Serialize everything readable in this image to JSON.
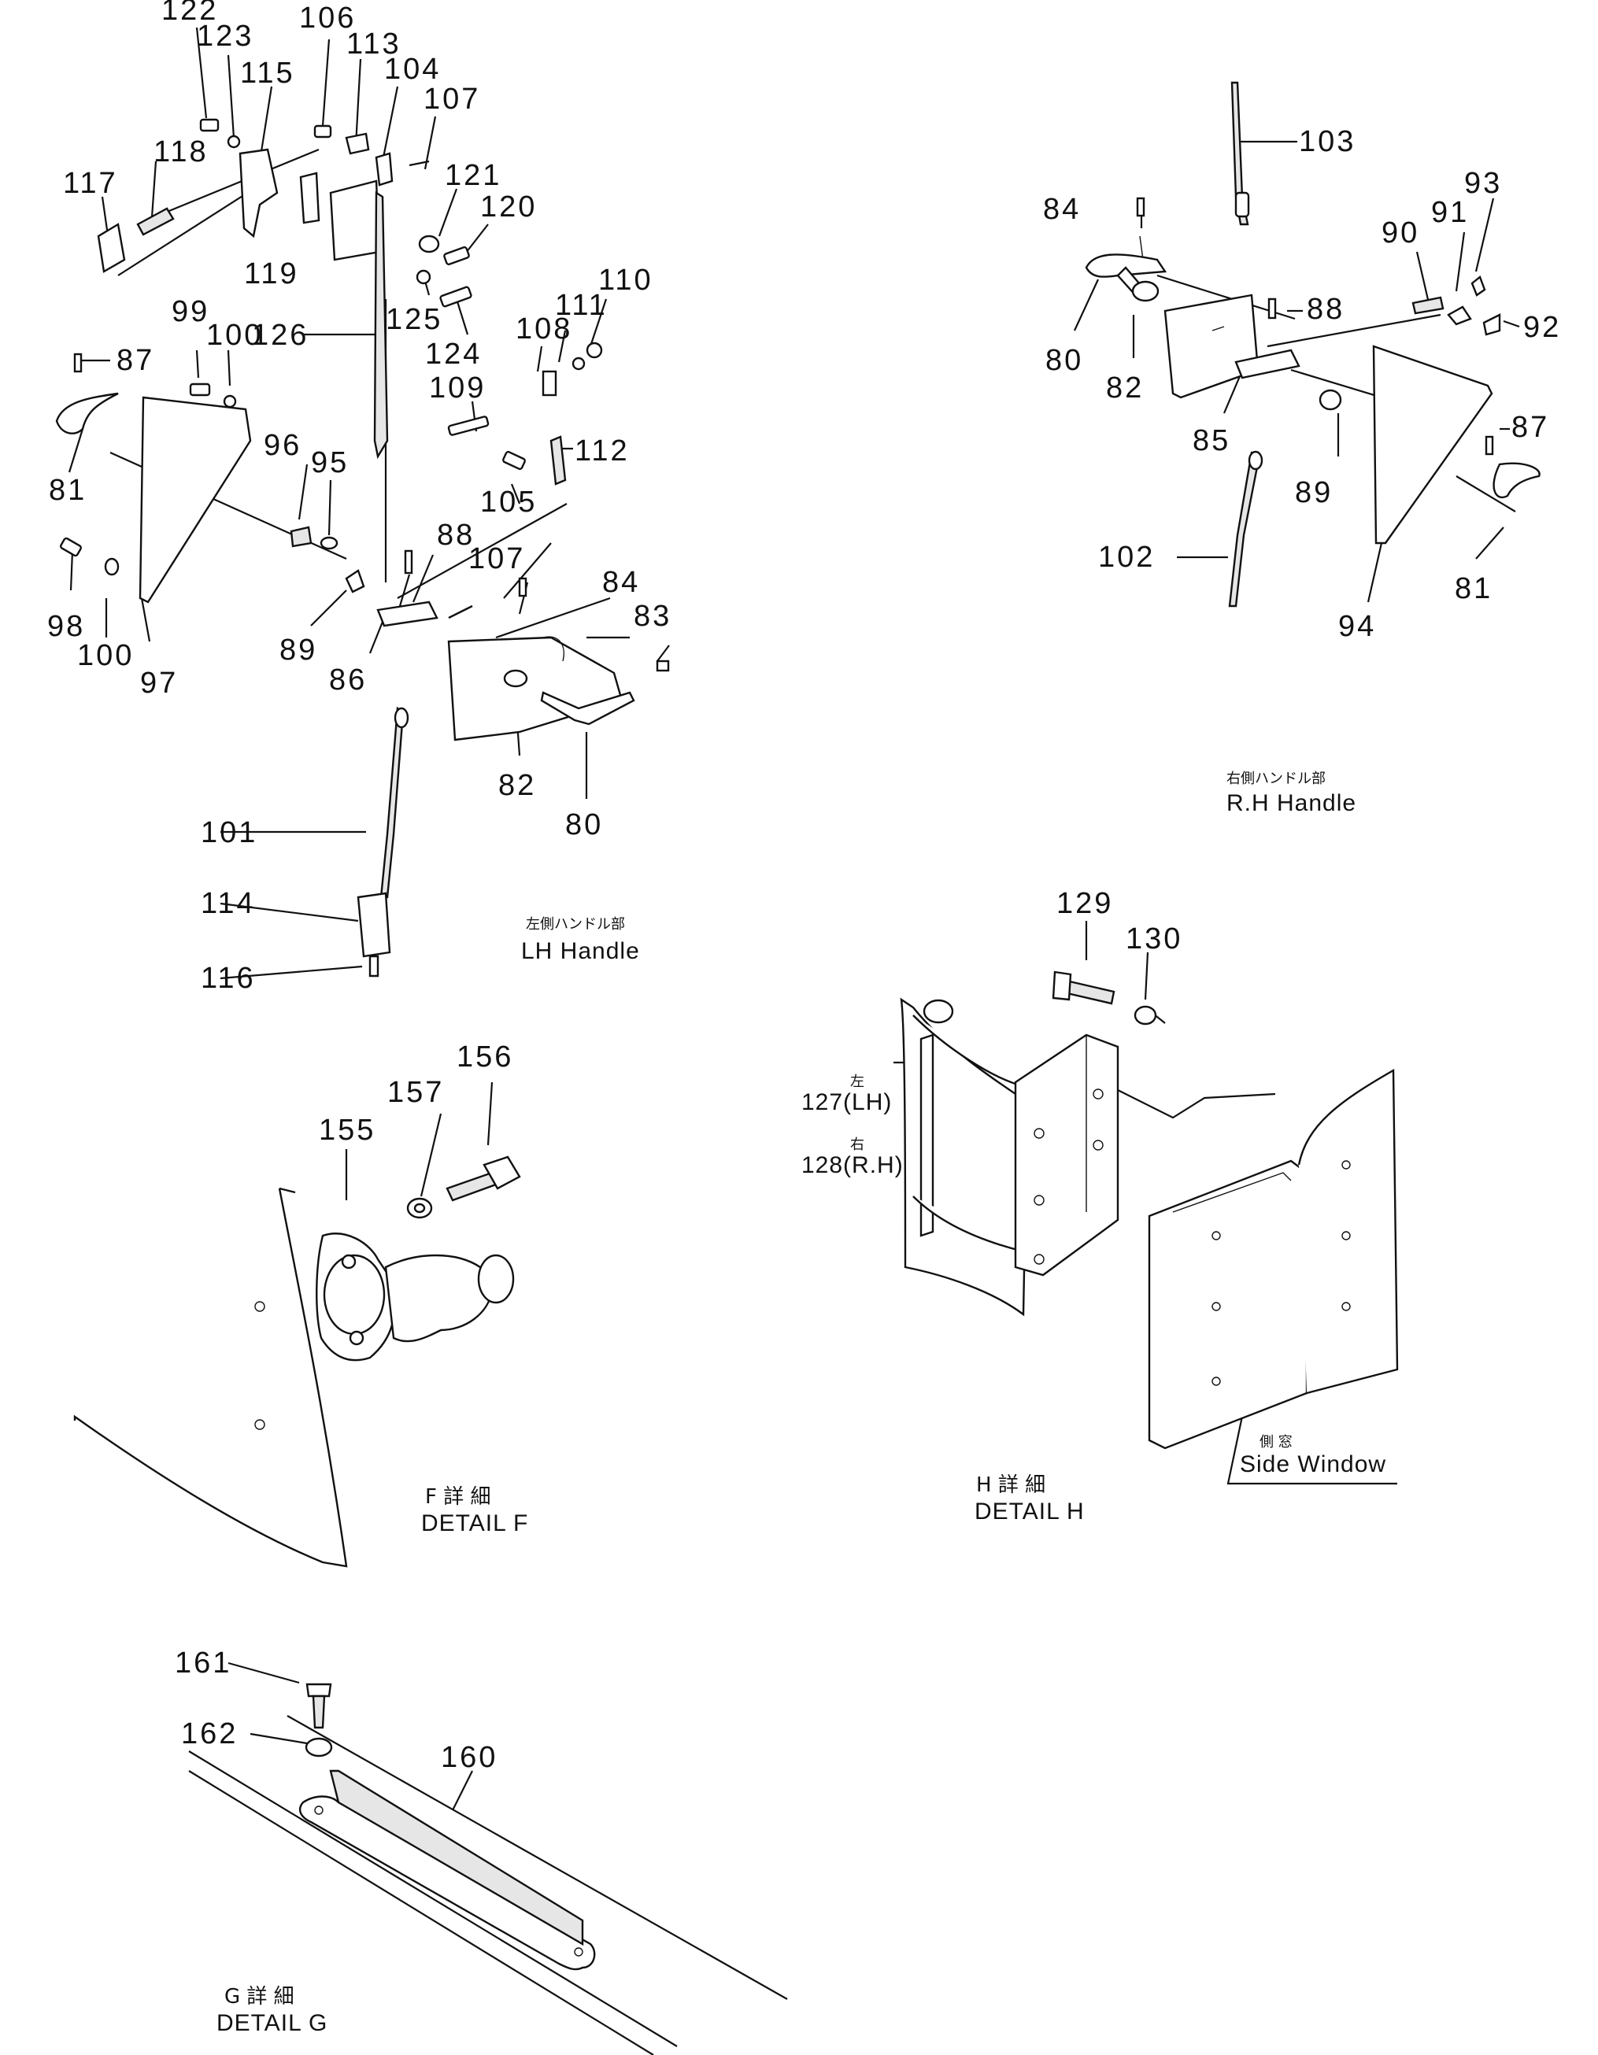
{
  "lh_handle": {
    "caption_jp": "左側ハンドル部",
    "caption_en": "LH Handle",
    "callouts": [
      "122",
      "123",
      "106",
      "113",
      "104",
      "107",
      "115",
      "118",
      "117",
      "119",
      "121",
      "120",
      "125",
      "124",
      "126",
      "110",
      "111",
      "108",
      "109",
      "112",
      "105",
      "99",
      "100",
      "87",
      "81",
      "96",
      "95",
      "98",
      "100",
      "97",
      "89",
      "86",
      "88",
      "107",
      "84",
      "83",
      "82",
      "80",
      "101",
      "114",
      "116"
    ]
  },
  "rh_handle": {
    "caption_jp": "右側ハンドル部",
    "caption_en": "R.H Handle",
    "callouts": [
      "103",
      "84",
      "93",
      "91",
      "90",
      "88",
      "92",
      "80",
      "82",
      "85",
      "89",
      "87",
      "102",
      "81",
      "94"
    ]
  },
  "detail_f": {
    "caption_jp": "F 詳 細",
    "caption_en": "DETAIL F",
    "callouts": [
      "156",
      "157",
      "155"
    ]
  },
  "detail_h": {
    "caption_jp": "H 詳 細",
    "caption_en": "DETAIL H",
    "callouts": [
      "129",
      "130"
    ],
    "side_label_lh_jp": "左",
    "side_label_lh": "127(LH)",
    "side_label_rh_jp": "右",
    "side_label_rh": "128(R.H)",
    "window_label_jp": "側 窓",
    "window_label_en": "Side Window"
  },
  "detail_g": {
    "caption_jp": "G 詳 細",
    "caption_en": "DETAIL G",
    "callouts": [
      "161",
      "162",
      "160"
    ]
  }
}
